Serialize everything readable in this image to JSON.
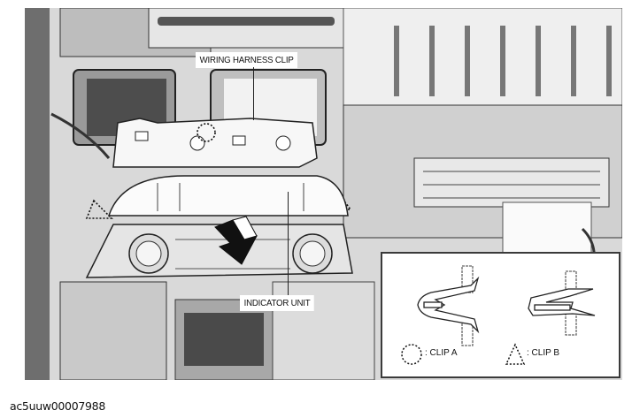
{
  "figure": {
    "labels": {
      "wiring_harness_clip": "WIRING HARNESS CLIP",
      "indicator_unit": "INDICATOR UNIT"
    },
    "arrow_direction": "removal-arrow-down-right",
    "inset_legend": {
      "clip_a": {
        "symbol": "dotted-circle-icon",
        "label": ": CLIP A"
      },
      "clip_b": {
        "symbol": "dotted-triangle-icon",
        "label": ": CLIP B"
      }
    }
  },
  "caption": {
    "figure_id": "ac5uuw00007988"
  },
  "colors": {
    "background": "#ffffff",
    "illustration_gray": "#d9d9d9",
    "line": "#222222",
    "inset_border": "#3a3a3a"
  }
}
